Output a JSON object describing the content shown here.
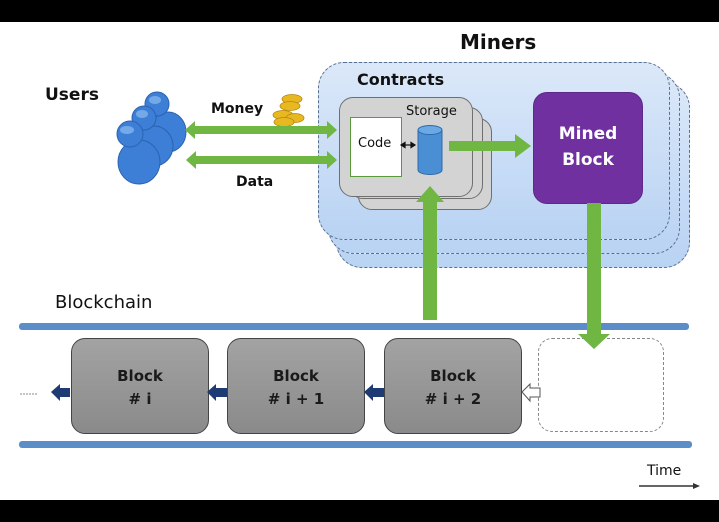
{
  "labels": {
    "users": "Users",
    "miners": "Miners",
    "contracts": "Contracts",
    "storage": "Storage",
    "code": "Code",
    "money": "Money",
    "data": "Data",
    "mined_block_line1": "Mined",
    "mined_block_line2": "Block",
    "blockchain": "Blockchain",
    "time": "Time"
  },
  "blocks": [
    {
      "title": "Block",
      "index": "# i"
    },
    {
      "title": "Block",
      "index": "# i + 1"
    },
    {
      "title": "Block",
      "index": "# i + 2"
    }
  ],
  "colors": {
    "arrow_green": "#6fb643",
    "mined_block_purple": "#7030a0",
    "rail_blue": "#5b8ec9",
    "chain_arrow_navy": "#1f3b73",
    "storage_blue": "#4a8fd4",
    "user_blue": "#3d7fd6",
    "coin_gold": "#e8b820"
  },
  "icons": {
    "users": "users-group-icon",
    "coins": "coins-icon",
    "storage": "database-cylinder-icon"
  }
}
